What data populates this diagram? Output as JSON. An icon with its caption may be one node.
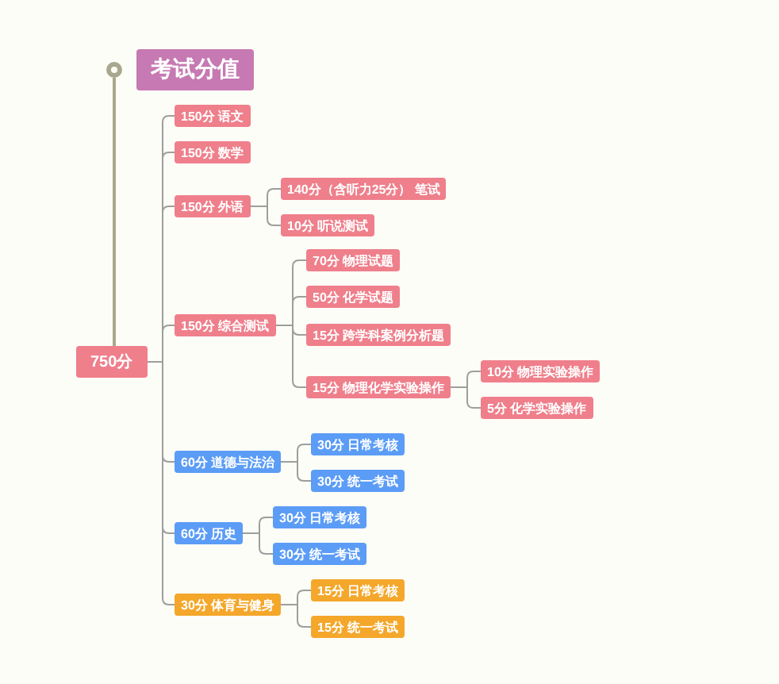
{
  "diagram": {
    "nodes": [
      {
        "text": [],
        "shape": "circle"
      },
      {
        "text": [
          "考试分值"
        ]
      },
      {
        "text": [
          "750分"
        ]
      },
      {
        "text": [
          "150分 语文"
        ]
      },
      {
        "text": [
          "150分 数学"
        ]
      },
      {
        "text": [
          "150分 外语"
        ]
      },
      {
        "text": [
          "140分（含听力25分） 笔试"
        ]
      },
      {
        "text": [
          "10分 听说测试"
        ]
      },
      {
        "text": [
          "150分 综合测试"
        ]
      },
      {
        "text": [
          "70分 物理试题"
        ]
      },
      {
        "text": [
          "50分 化学试题"
        ]
      },
      {
        "text": [
          "15分 跨学科案例分析题"
        ]
      },
      {
        "text": [
          "15分 物理化学实验操作"
        ]
      },
      {
        "text": [
          "10分 物理实验操作"
        ]
      },
      {
        "text": [
          "5分 化学实验操作"
        ]
      },
      {
        "text": [
          "60分 道德与法治"
        ]
      },
      {
        "text": [
          "30分 日常考核"
        ]
      },
      {
        "text": [
          "30分 统一考试"
        ]
      },
      {
        "text": [
          "60分 历史"
        ]
      },
      {
        "text": [
          "30分 日常考核"
        ]
      },
      {
        "text": [
          "30分 统一考试"
        ]
      },
      {
        "text": [
          "30分 体育与健身"
        ]
      },
      {
        "text": [
          "15分 日常考核"
        ]
      },
      {
        "text": [
          "15分 统一考试"
        ]
      }
    ],
    "edges": [
      {
        "from": 0,
        "to": 2,
        "arrow": "none"
      },
      {
        "from": 2,
        "to": 3,
        "arrow": "none"
      },
      {
        "from": 2,
        "to": 4,
        "arrow": "none"
      },
      {
        "from": 2,
        "to": 5,
        "arrow": "none"
      },
      {
        "from": 5,
        "to": 6,
        "arrow": "none"
      },
      {
        "from": 5,
        "to": 7,
        "arrow": "none"
      },
      {
        "from": 2,
        "to": 8,
        "arrow": "none"
      },
      {
        "from": 8,
        "to": 9,
        "arrow": "none"
      },
      {
        "from": 8,
        "to": 10,
        "arrow": "none"
      },
      {
        "from": 8,
        "to": 11,
        "arrow": "none"
      },
      {
        "from": 8,
        "to": 12,
        "arrow": "none"
      },
      {
        "from": 12,
        "to": 13,
        "arrow": "none"
      },
      {
        "from": 12,
        "to": 14,
        "arrow": "none"
      },
      {
        "from": 2,
        "to": 15,
        "arrow": "none"
      },
      {
        "from": 15,
        "to": 16,
        "arrow": "none"
      },
      {
        "from": 15,
        "to": 17,
        "arrow": "none"
      },
      {
        "from": 2,
        "to": 18,
        "arrow": "none"
      },
      {
        "from": 18,
        "to": 19,
        "arrow": "none"
      },
      {
        "from": 18,
        "to": 20,
        "arrow": "none"
      },
      {
        "from": 2,
        "to": 21,
        "arrow": "none"
      },
      {
        "from": 21,
        "to": 22,
        "arrow": "none"
      },
      {
        "from": 21,
        "to": 23,
        "arrow": "none"
      }
    ]
  }
}
